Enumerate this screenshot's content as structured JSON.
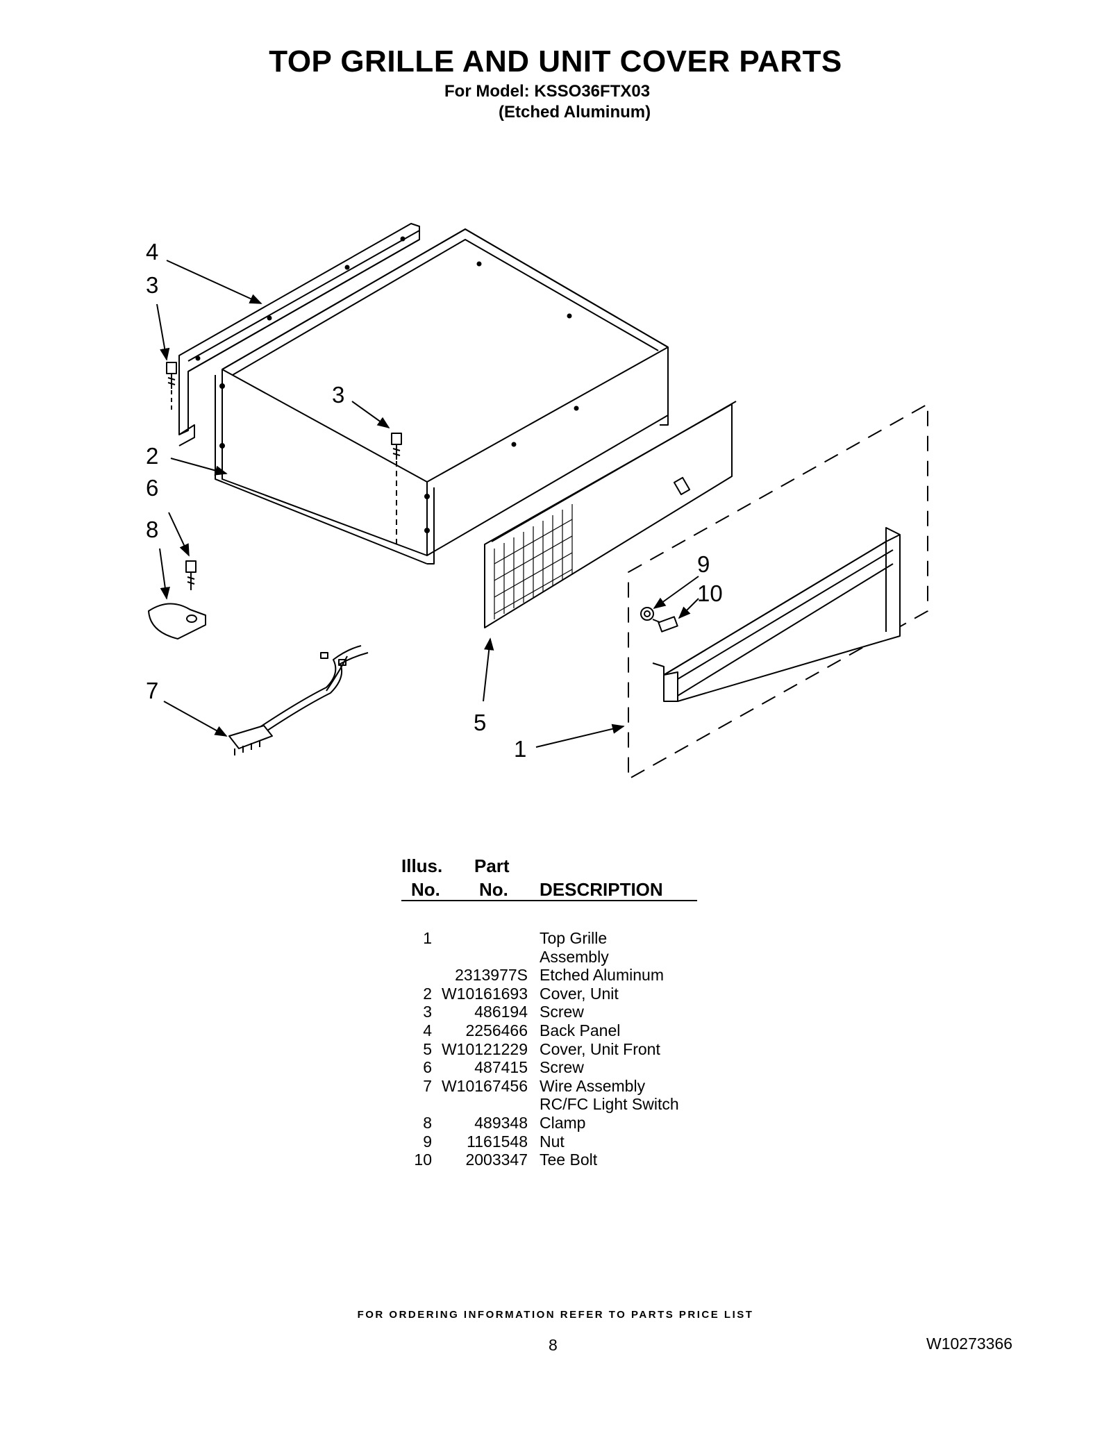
{
  "header": {
    "title": "TOP GRILLE AND UNIT COVER PARTS",
    "model_line": "For Model: KSSO36FTX03",
    "finish_line": "(Etched Aluminum)"
  },
  "diagram": {
    "callouts": [
      "4",
      "3",
      "3",
      "2",
      "6",
      "8",
      "9",
      "10",
      "7",
      "5",
      "1"
    ]
  },
  "table": {
    "headers": {
      "illus_top": "Illus.",
      "illus_bottom": "No.",
      "part_top": "Part",
      "part_bottom": "No.",
      "description": "DESCRIPTION"
    },
    "rows": [
      {
        "illus": "1",
        "part": "",
        "desc": "Top Grille"
      },
      {
        "illus": "",
        "part": "",
        "desc": "Assembly"
      },
      {
        "illus": "",
        "part": "2313977S",
        "desc": "Etched Aluminum"
      },
      {
        "illus": "2",
        "part": "W10161693",
        "desc": "Cover, Unit"
      },
      {
        "illus": "3",
        "part": "486194",
        "desc": "Screw"
      },
      {
        "illus": "4",
        "part": "2256466",
        "desc": "Back Panel"
      },
      {
        "illus": "5",
        "part": "W10121229",
        "desc": "Cover, Unit Front"
      },
      {
        "illus": "6",
        "part": "487415",
        "desc": "Screw"
      },
      {
        "illus": "7",
        "part": "W10167456",
        "desc": "Wire Assembly"
      },
      {
        "illus": "",
        "part": "",
        "desc": "RC/FC Light Switch"
      },
      {
        "illus": "8",
        "part": "489348",
        "desc": "Clamp"
      },
      {
        "illus": "9",
        "part": "1161548",
        "desc": "Nut"
      },
      {
        "illus": "10",
        "part": "2003347",
        "desc": "Tee Bolt"
      }
    ]
  },
  "footer": {
    "ordering_note": "FOR ORDERING INFORMATION REFER TO PARTS PRICE LIST",
    "page_number": "8",
    "document_number": "W10273366"
  }
}
